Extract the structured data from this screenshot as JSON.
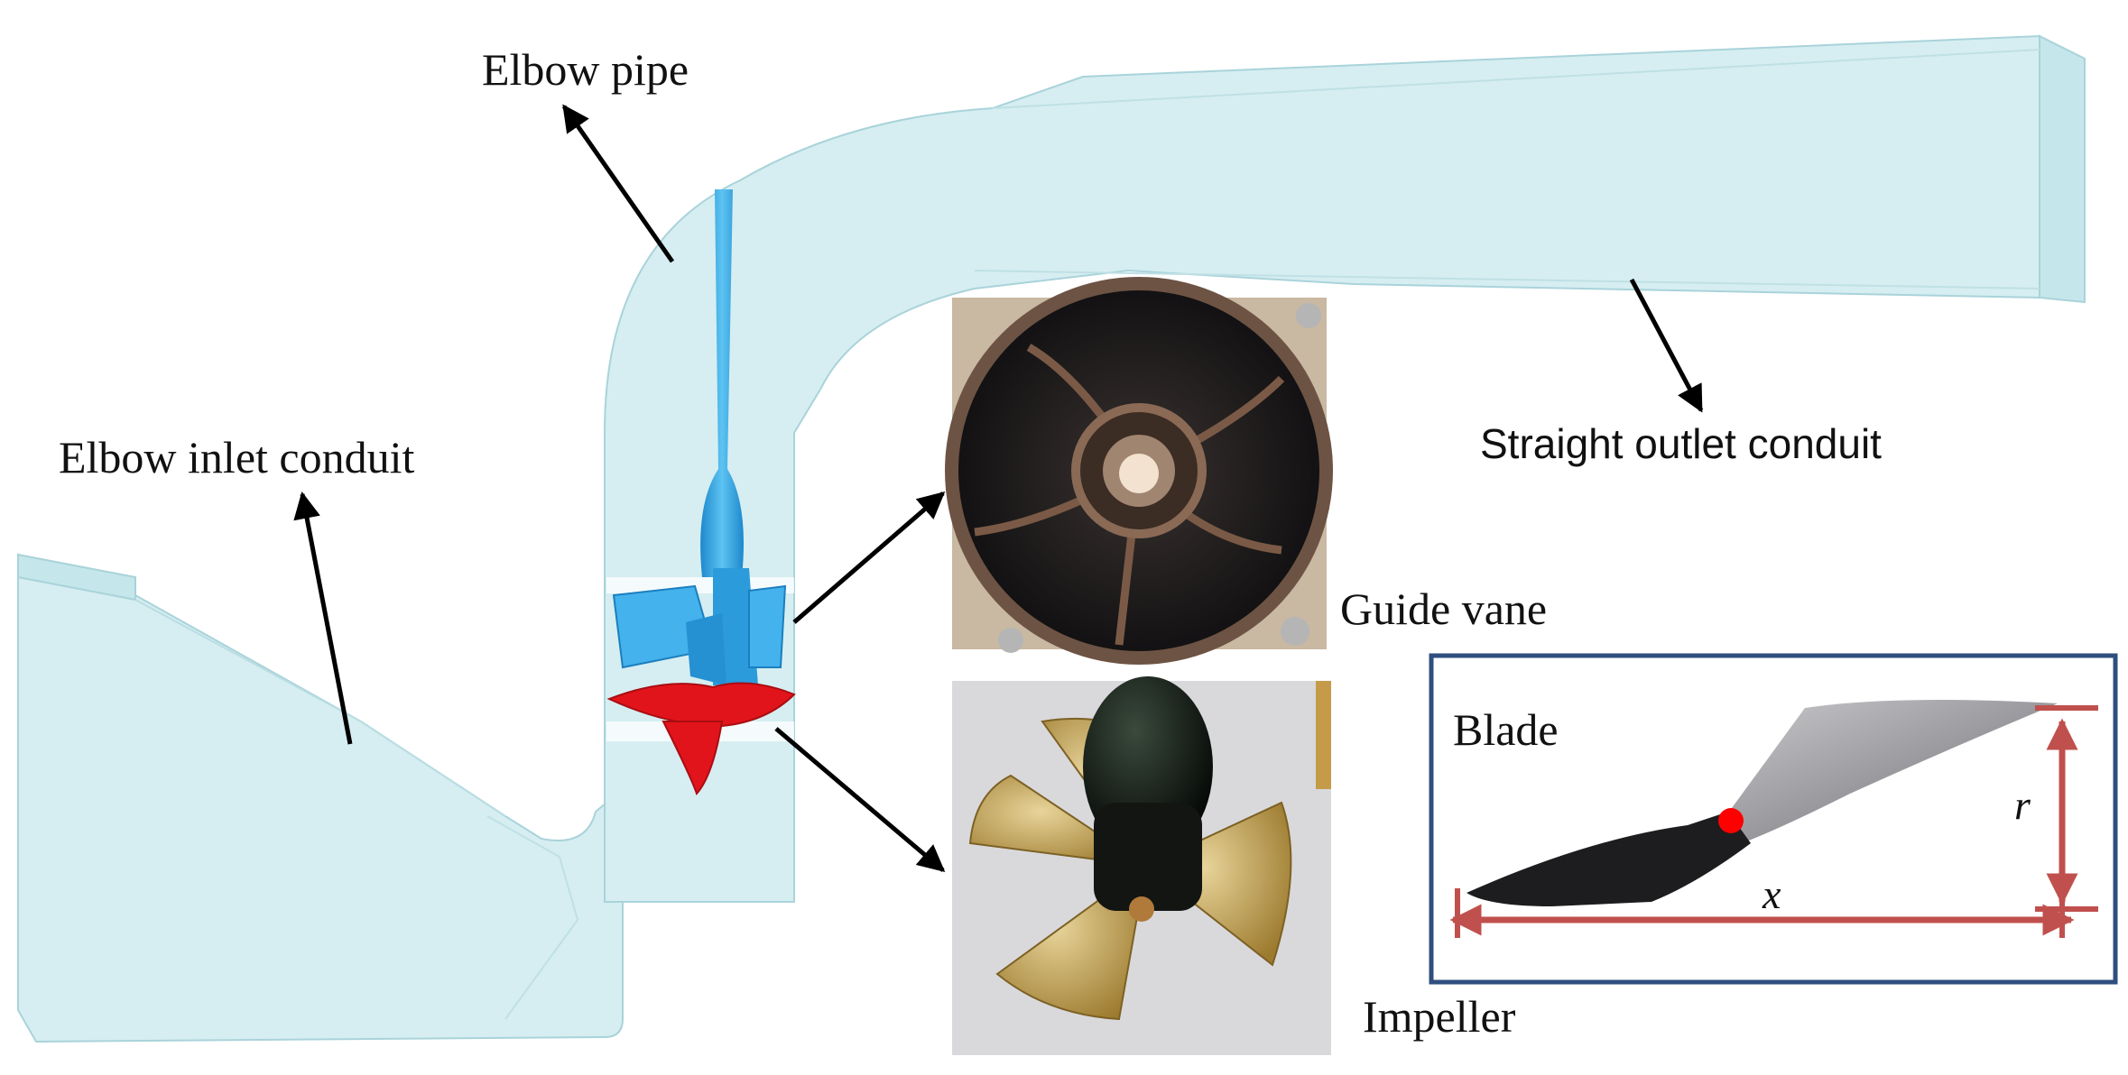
{
  "labels": {
    "elbow_pipe": "Elbow pipe",
    "elbow_inlet_conduit": "Elbow inlet conduit",
    "straight_outlet_conduit": "Straight outlet conduit",
    "guide_vane": "Guide vane",
    "impeller": "Impeller",
    "blade": "Blade",
    "r": "r",
    "x": "x"
  },
  "colors": {
    "conduit_fill": "#d6eef1",
    "conduit_edge": "#a9d3da",
    "shaft_blue": "#3aa9e6",
    "impeller_red": "#e2141b",
    "inset_border": "#2e4f7e",
    "dimension_red": "#c0504d",
    "arrow": "#000000"
  }
}
